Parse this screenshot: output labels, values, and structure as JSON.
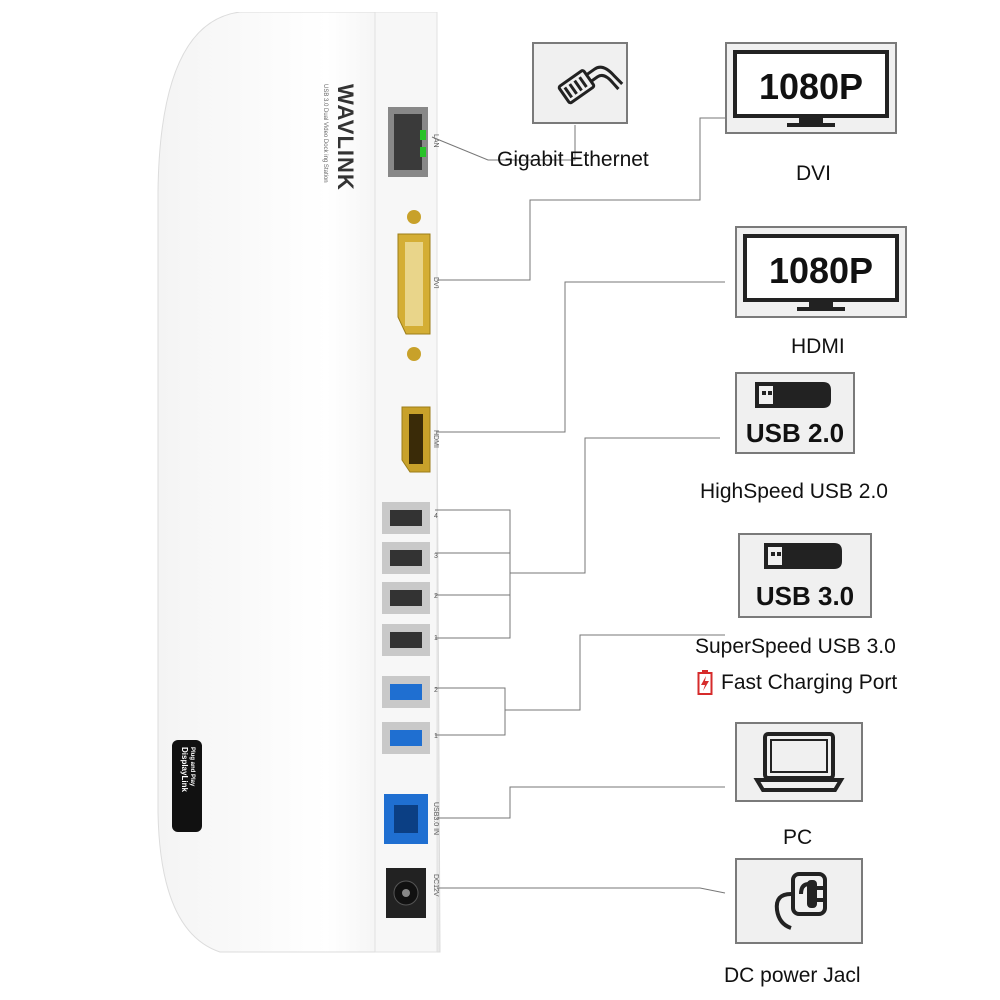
{
  "device": {
    "brand": "WAVLINK",
    "subtitle": "USB 3.0 Dual Video Dock ing Station",
    "badge_line1": "DisplayLink",
    "badge_line2": "Plug and Play",
    "port_labels": {
      "lan": "LAN",
      "dvi": "DVI",
      "hdmi": "HDMI",
      "usb3_in": "USB3.0 IN",
      "dc": "DC12V",
      "usb_nums": [
        "4",
        "3",
        "2",
        "1",
        "2",
        "1"
      ]
    }
  },
  "features": [
    {
      "id": "ethernet",
      "icon": "ethernet-cable-icon",
      "caption": "Gigabit Ethernet"
    },
    {
      "id": "dvi",
      "icon": "monitor-icon",
      "box_text": "1080P",
      "caption": "DVI"
    },
    {
      "id": "hdmi",
      "icon": "monitor-icon",
      "box_text": "1080P",
      "caption": "HDMI"
    },
    {
      "id": "usb2",
      "icon": "usb-stick-icon",
      "box_text": "USB 2.0",
      "caption": "HighSpeed USB 2.0"
    },
    {
      "id": "usb3",
      "icon": "usb-stick-icon",
      "box_text": "USB 3.0",
      "caption": "SuperSpeed USB 3.0",
      "extra_caption": "Fast Charging Port"
    },
    {
      "id": "pc",
      "icon": "laptop-icon",
      "caption": "PC"
    },
    {
      "id": "dc",
      "icon": "power-plug-icon",
      "caption": "DC power Jacl"
    }
  ],
  "colors": {
    "usb3_blue": "#1f6fd1",
    "gold": "#c8a12a",
    "charge_red": "#d62b2b",
    "box_border": "#7a7a7a"
  }
}
